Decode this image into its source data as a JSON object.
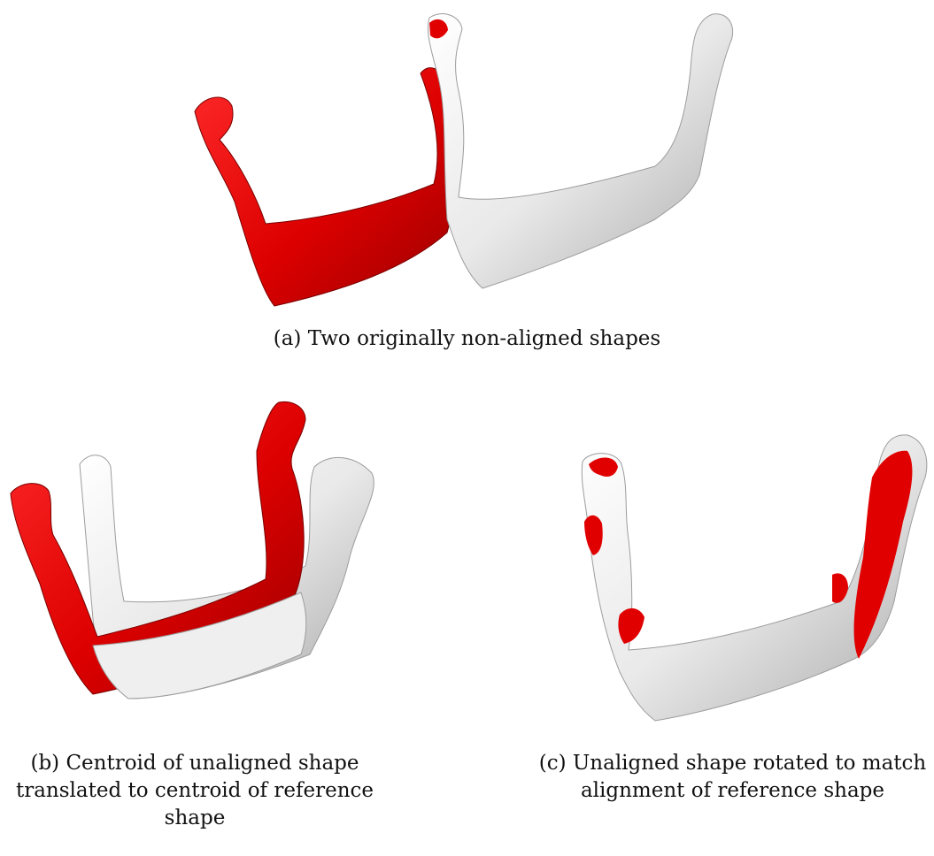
{
  "figure": {
    "panels": [
      {
        "caption": "(a) Two originally non-aligned shapes"
      },
      {
        "caption": "(b) Centroid of unaligned shape translated to centroid of reference shape"
      },
      {
        "caption": "(c) Unaligned shape rotated to match alignment of reference shape"
      }
    ]
  },
  "colors": {
    "unaligned": "#e00000",
    "reference": "#f0f0f0",
    "shade": "#b8b8b8"
  }
}
